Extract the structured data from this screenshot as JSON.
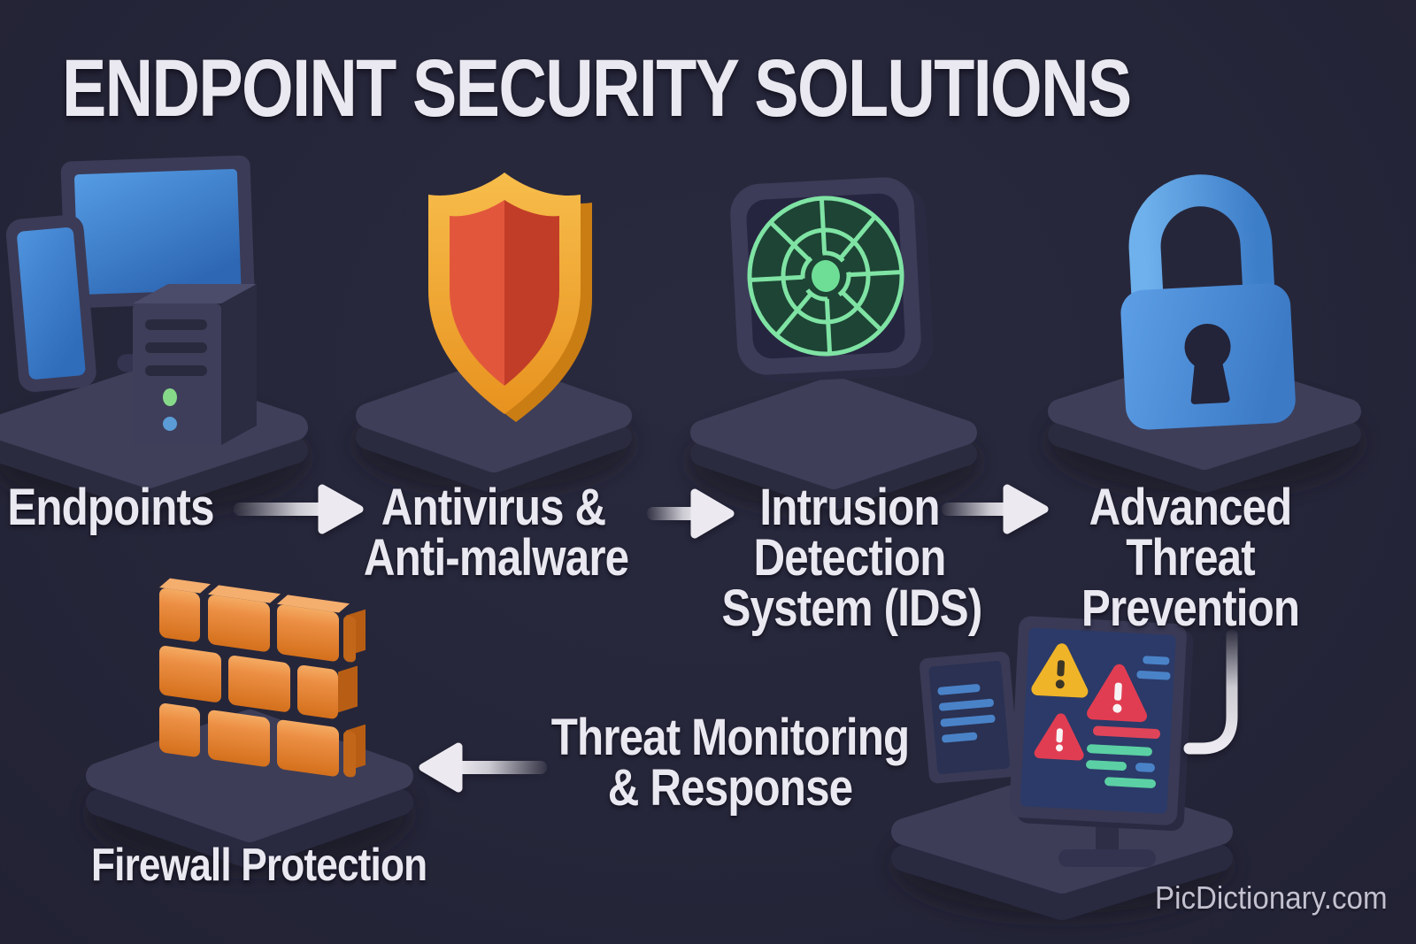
{
  "title": "ENDPOINT SECURITY SOLUTIONS",
  "watermark": "PicDictionary.com",
  "colors": {
    "background": "#26263a",
    "text": "#eae8f0",
    "arrow": "#eceaf0",
    "platform_top": "#3f3f5a",
    "platform_side": "#2b2b40",
    "screen_blue": "#4a8cd8",
    "shield_gold": "#f0a431",
    "shield_red": "#d84c33",
    "radar_green": "#7fe3a4",
    "radar_dark_green": "#1d4434",
    "lock_blue": "#4f90da",
    "brick_orange": "#e8853c",
    "alert_yellow": "#f0b429",
    "alert_red": "#e13d52",
    "teal_line": "#5bd0a4",
    "blue_line": "#4a82c8"
  },
  "flow": {
    "nodes": [
      {
        "id": "endpoints",
        "icon": "devices",
        "lines": [
          "Endpoints"
        ]
      },
      {
        "id": "antivirus-antimalware",
        "icon": "shield",
        "lines": [
          "Antivirus &",
          "Anti-malware"
        ]
      },
      {
        "id": "intrusion-detection-system",
        "icon": "radar",
        "lines": [
          "Intrusion",
          "Detection",
          "System (IDS)"
        ]
      },
      {
        "id": "advanced-threat-prevention",
        "icon": "padlock",
        "lines": [
          "Advanced",
          "Threat",
          "Prevention"
        ]
      },
      {
        "id": "threat-monitoring-response",
        "icon": "alert-monitors",
        "lines": [
          "Threat Monitoring",
          "& Response"
        ]
      },
      {
        "id": "firewall-protection",
        "icon": "brick-wall",
        "lines": [
          "Firewall Protection"
        ]
      }
    ],
    "edges": [
      {
        "from": "endpoints",
        "to": "antivirus-antimalware",
        "direction": "right"
      },
      {
        "from": "antivirus-antimalware",
        "to": "intrusion-detection-system",
        "direction": "right"
      },
      {
        "from": "intrusion-detection-system",
        "to": "advanced-threat-prevention",
        "direction": "right"
      },
      {
        "from": "advanced-threat-prevention",
        "to": "threat-monitoring-response",
        "direction": "down-left"
      },
      {
        "from": "threat-monitoring-response",
        "to": "firewall-protection",
        "direction": "left"
      }
    ]
  }
}
